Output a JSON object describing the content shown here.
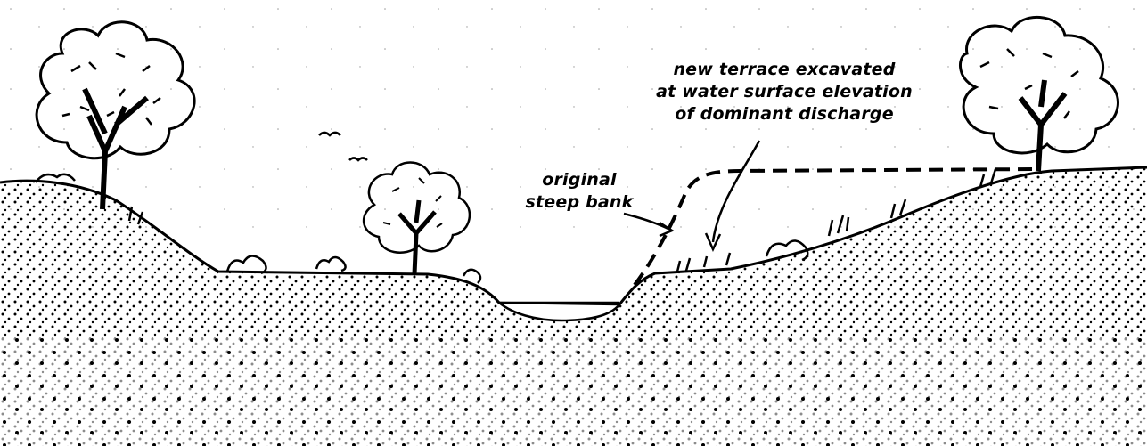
{
  "annotations": {
    "terrace": {
      "lines": [
        "new terrace excavated",
        "at water surface elevation",
        "of dominant discharge"
      ]
    },
    "bank": {
      "lines": [
        "original",
        "steep bank"
      ]
    }
  },
  "colors": {
    "ink": "#000000",
    "paper": "#ffffff"
  },
  "icons": {
    "trees": [
      "left-tree-icon",
      "center-tree-icon",
      "right-tree-icon"
    ],
    "birds": [
      "bird-icon"
    ]
  }
}
